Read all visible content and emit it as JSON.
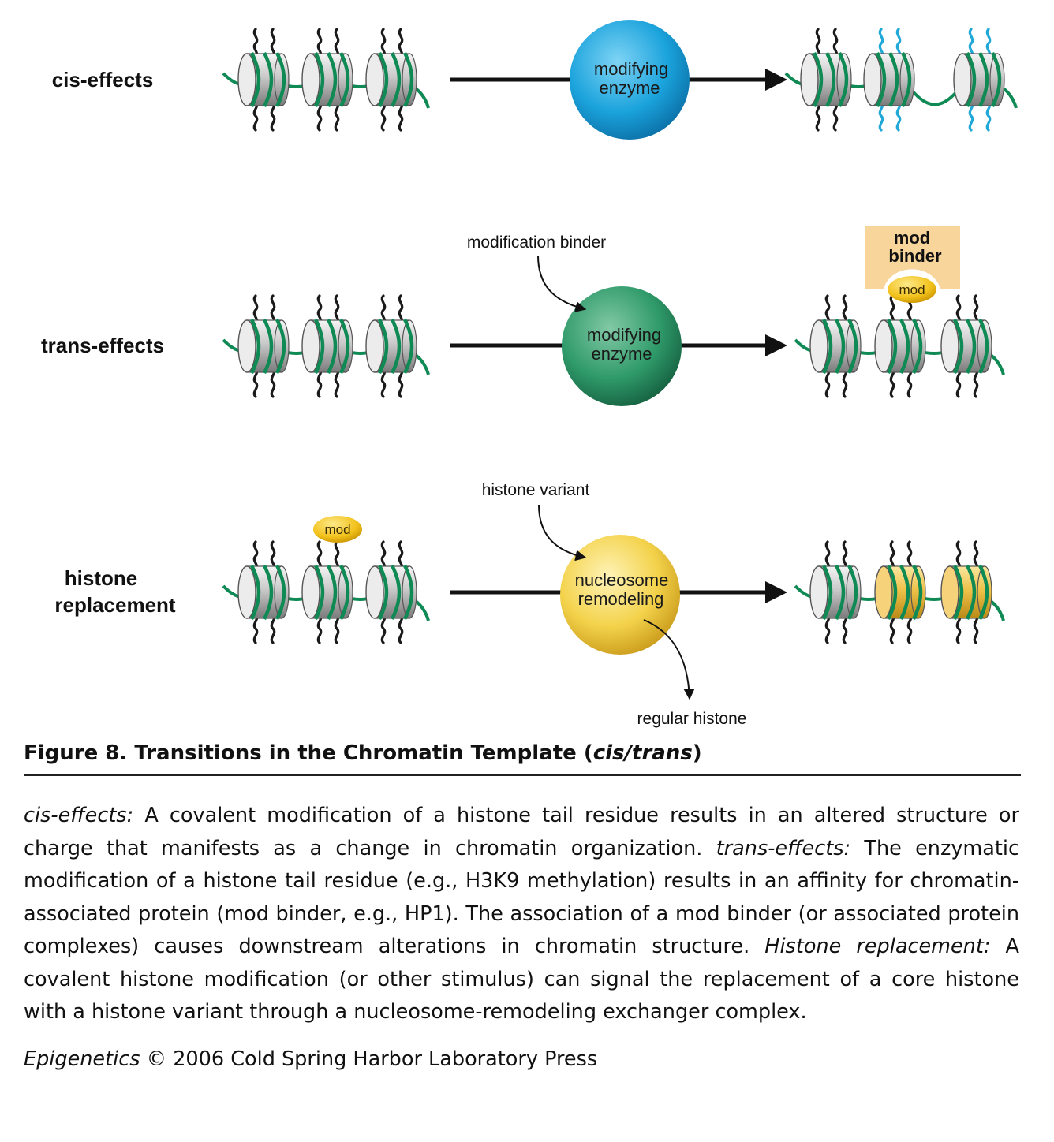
{
  "rows": {
    "cis": {
      "label": "cis-effects",
      "enzyme_line1": "modifying",
      "enzyme_line2": "enzyme"
    },
    "trans": {
      "label": "trans-effects",
      "input_label": "modification binder",
      "enzyme_line1": "modifying",
      "enzyme_line2": "enzyme",
      "binder_line1": "mod",
      "binder_line2": "binder",
      "mod_label": "mod"
    },
    "replacement": {
      "label_line1": "histone",
      "label_line2": "replacement",
      "mod_label": "mod",
      "input_label": "histone variant",
      "enzyme_line1": "nucleosome",
      "enzyme_line2": "remodeling",
      "output_label": "regular histone"
    }
  },
  "colors": {
    "dna": "#0f8a55",
    "tail": "#1a1a1a",
    "modified_tail": "#1fa8d8",
    "cis_enzyme": "#1ba3dc",
    "trans_enzyme": "#2f9a6a",
    "remodeling_enzyme": "#f3d24a",
    "histone_variant": "#f0c34a",
    "mod_badge": "#f2c21c",
    "binder_box": "#f8d59a"
  },
  "figure": {
    "number": "Figure 8.",
    "title_plain": "Transitions in the Chromatin Template (",
    "title_italic": "cis/trans",
    "title_end": ")"
  },
  "caption": {
    "cis_term": "cis-effects:",
    "cis_text": " A covalent modification of a histone tail residue results in an altered structure or charge that manifests as a change in chromatin organization. ",
    "trans_term": "trans-effects:",
    "trans_text": " The enzymatic modification of a histone tail residue (e.g., H3K9 methylation) results in an affinity for chromatin-associated protein (mod binder, e.g., HP1). The association of a mod binder (or associated protein complexes) causes downstream alterations in chromatin structure. ",
    "replacement_term": "Histone replacement:",
    "replacement_text": " A covalent histone modification (or other stimulus) can signal the replacement of a core histone with a histone variant through a nucleosome-remodeling exchanger complex."
  },
  "credit": {
    "book": "Epigenetics",
    "text": " © 2006 Cold Spring Harbor Laboratory Press"
  }
}
